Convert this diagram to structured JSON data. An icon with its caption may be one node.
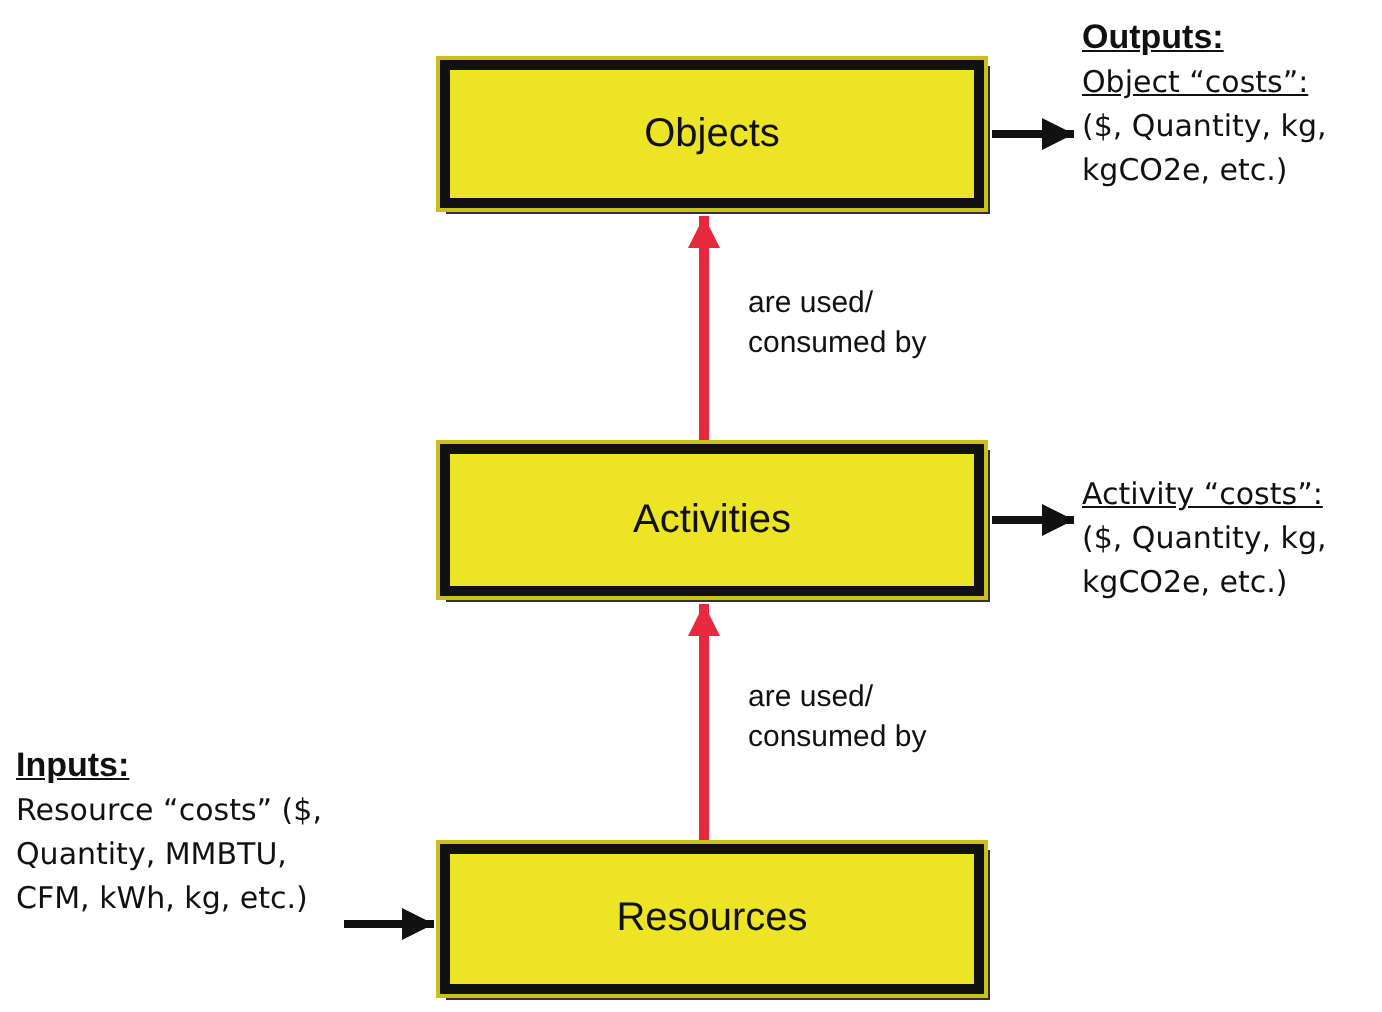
{
  "diagram": {
    "nodes": [
      {
        "text": [
          "Objects"
        ]
      },
      {
        "text": [
          "Activities"
        ]
      },
      {
        "text": [
          "Resources"
        ]
      },
      {
        "text": [
          "Outputs:",
          "Object “costs”:",
          "($, Quantity, kg, kgCO2e, etc.)"
        ]
      },
      {
        "text": [
          "Activity “costs”:",
          "($, Quantity, kg, kgCO2e, etc.)"
        ]
      },
      {
        "text": [
          "Inputs:",
          "Resource “costs” ($, Quantity, MMBTU, CFM, kWh, kg, etc.)"
        ]
      }
    ],
    "edges": [
      {
        "from": 2,
        "to": 1,
        "arrow": "to",
        "label": "are used/ consumed by",
        "color": "#e8283c"
      },
      {
        "from": 1,
        "to": 0,
        "arrow": "to",
        "label": "are used/ consumed by",
        "color": "#e8283c"
      },
      {
        "from": 0,
        "to": 3,
        "arrow": "to"
      },
      {
        "from": 1,
        "to": 4,
        "arrow": "to"
      },
      {
        "from": 5,
        "to": 2,
        "arrow": "to"
      }
    ]
  }
}
